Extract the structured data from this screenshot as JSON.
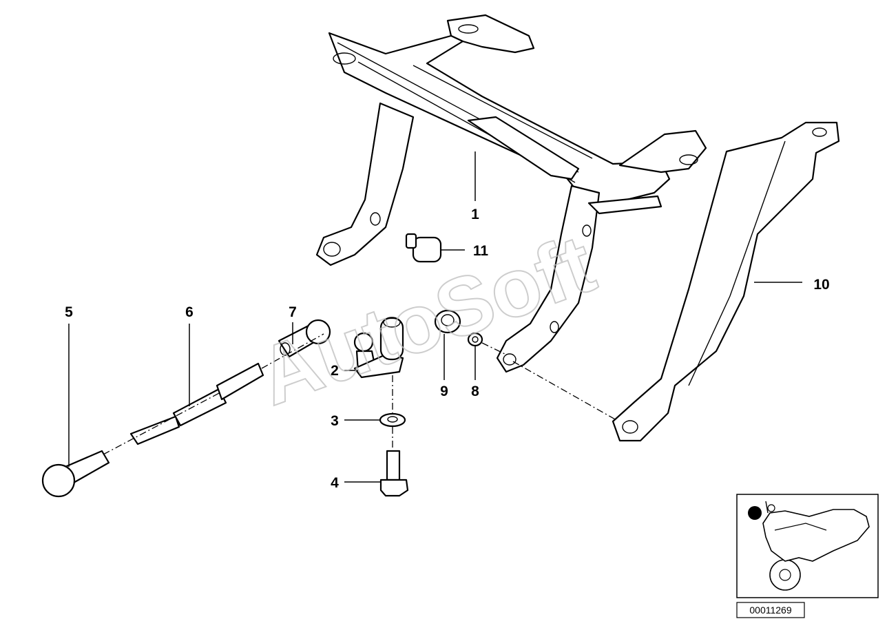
{
  "diagram": {
    "callouts": [
      {
        "id": "1",
        "label": "1"
      },
      {
        "id": "2",
        "label": "2"
      },
      {
        "id": "3",
        "label": "3"
      },
      {
        "id": "4",
        "label": "4"
      },
      {
        "id": "5",
        "label": "5"
      },
      {
        "id": "6",
        "label": "6"
      },
      {
        "id": "7",
        "label": "7"
      },
      {
        "id": "8",
        "label": "8"
      },
      {
        "id": "9",
        "label": "9"
      },
      {
        "id": "10",
        "label": "10"
      },
      {
        "id": "11",
        "label": "11"
      }
    ],
    "watermark": "AutoSoft",
    "reference_number": "00011269",
    "thumbnail": {
      "icon": "motorcycle-icon",
      "marker_icon": "position-dot-icon"
    },
    "colors": {
      "line": "#000000",
      "background": "#ffffff",
      "watermark": "#bdbdbd"
    }
  }
}
